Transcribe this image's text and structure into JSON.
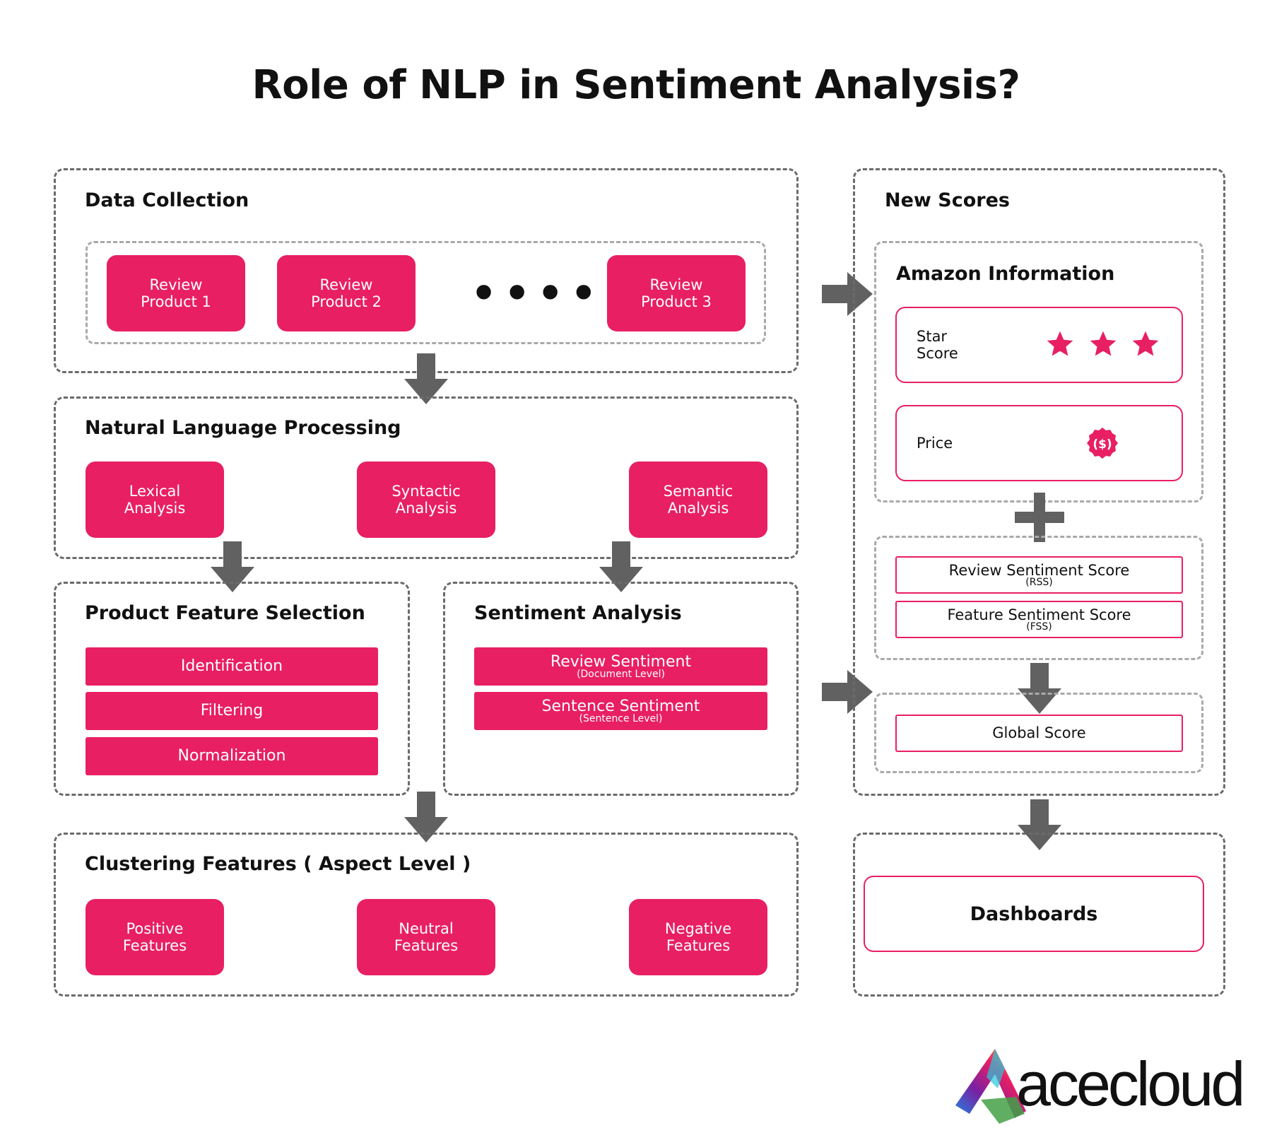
{
  "title": "Role of NLP in Sentiment Analysis?",
  "data_collection": {
    "title": "Data Collection",
    "items": [
      "Review\nProduct 1",
      "Review\nProduct 2",
      "Review\nProduct 3"
    ],
    "ellipsis": "••••"
  },
  "nlp": {
    "title": "Natural Language Processing",
    "items": [
      "Lexical\nAnalysis",
      "Syntactic\nAnalysis",
      "Semantic\nAnalysis"
    ]
  },
  "product_feature_selection": {
    "title": "Product Feature Selection",
    "items": [
      "Identification",
      "Filtering",
      "Normalization"
    ]
  },
  "sentiment_analysis": {
    "title": "Sentiment Analysis",
    "items": [
      {
        "label": "Review Sentiment",
        "sub": "(Document Level)"
      },
      {
        "label": "Sentence Sentiment",
        "sub": "(Sentence Level)"
      }
    ]
  },
  "clustering": {
    "title": "Clustering Features ( Aspect Level )",
    "items": [
      "Positive\nFeatures",
      "Neutral\nFeatures",
      "Negative\nFeatures"
    ]
  },
  "new_scores": {
    "title": "New Scores",
    "amazon": {
      "title": "Amazon Information",
      "star_label": "Star\nScore",
      "star_count": 3,
      "price_label": "Price",
      "price_icon_glyph": "($)"
    },
    "scores": [
      {
        "label": "Review Sentiment Score",
        "sub": "(RSS)"
      },
      {
        "label": "Feature Sentiment Score",
        "sub": "(FSS)"
      }
    ],
    "global": "Global Score"
  },
  "dashboards": "Dashboards",
  "logo": {
    "text": "acecloud"
  },
  "colors": {
    "accent": "#e81f63",
    "arrow": "#616161",
    "dash": "#6b6b6b"
  },
  "icons": [
    "star-icon",
    "price-badge-icon",
    "arrow-down-icon",
    "arrow-right-icon",
    "plus-icon"
  ]
}
